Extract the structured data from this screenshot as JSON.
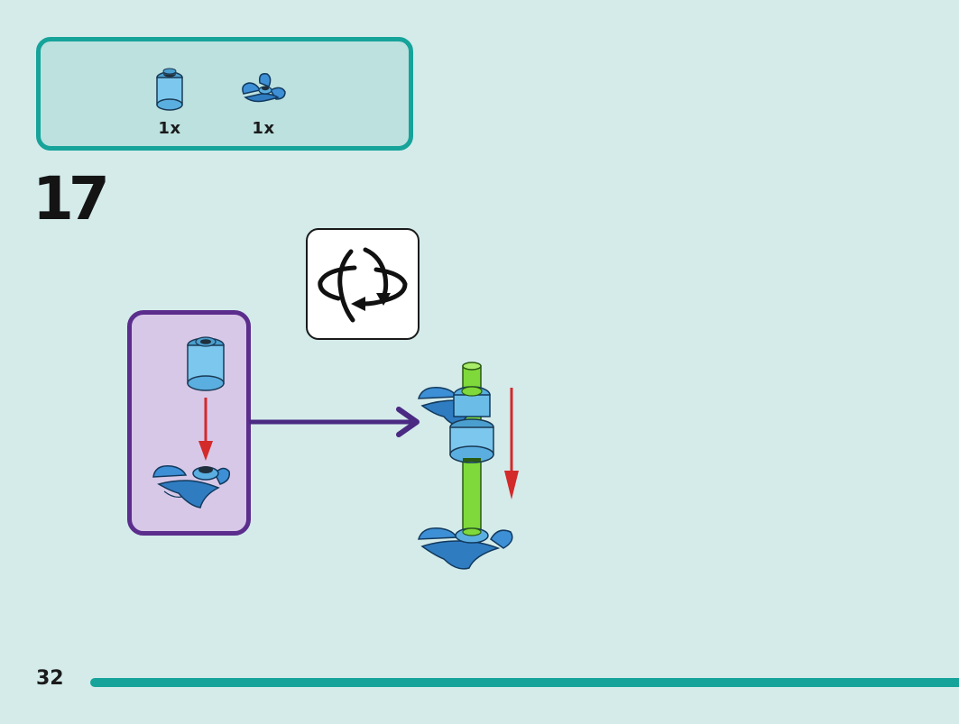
{
  "parts_list": {
    "items": [
      {
        "name": "round-brick-1x1-azure",
        "quantity": "1x"
      },
      {
        "name": "flower-plate-azure",
        "quantity": "1x"
      }
    ]
  },
  "step": {
    "number": "17"
  },
  "footer": {
    "page_number": "32",
    "progress": 1.0
  },
  "colors": {
    "background": "#d4ebea",
    "parts_box_fill": "#bce1df",
    "parts_box_border": "#16a39a",
    "sub_assembly_fill": "#d8c8e8",
    "sub_assembly_border": "#5b2d8c",
    "brick_azure": "#6bbde8",
    "flower_blue": "#3d8fd6",
    "stem_green": "#7fd93a",
    "arrow_red": "#d32a2a",
    "progress": "#16a39a"
  },
  "icons": [
    "rotate-model-icon",
    "red-down-arrow",
    "purple-connector-arrow"
  ]
}
